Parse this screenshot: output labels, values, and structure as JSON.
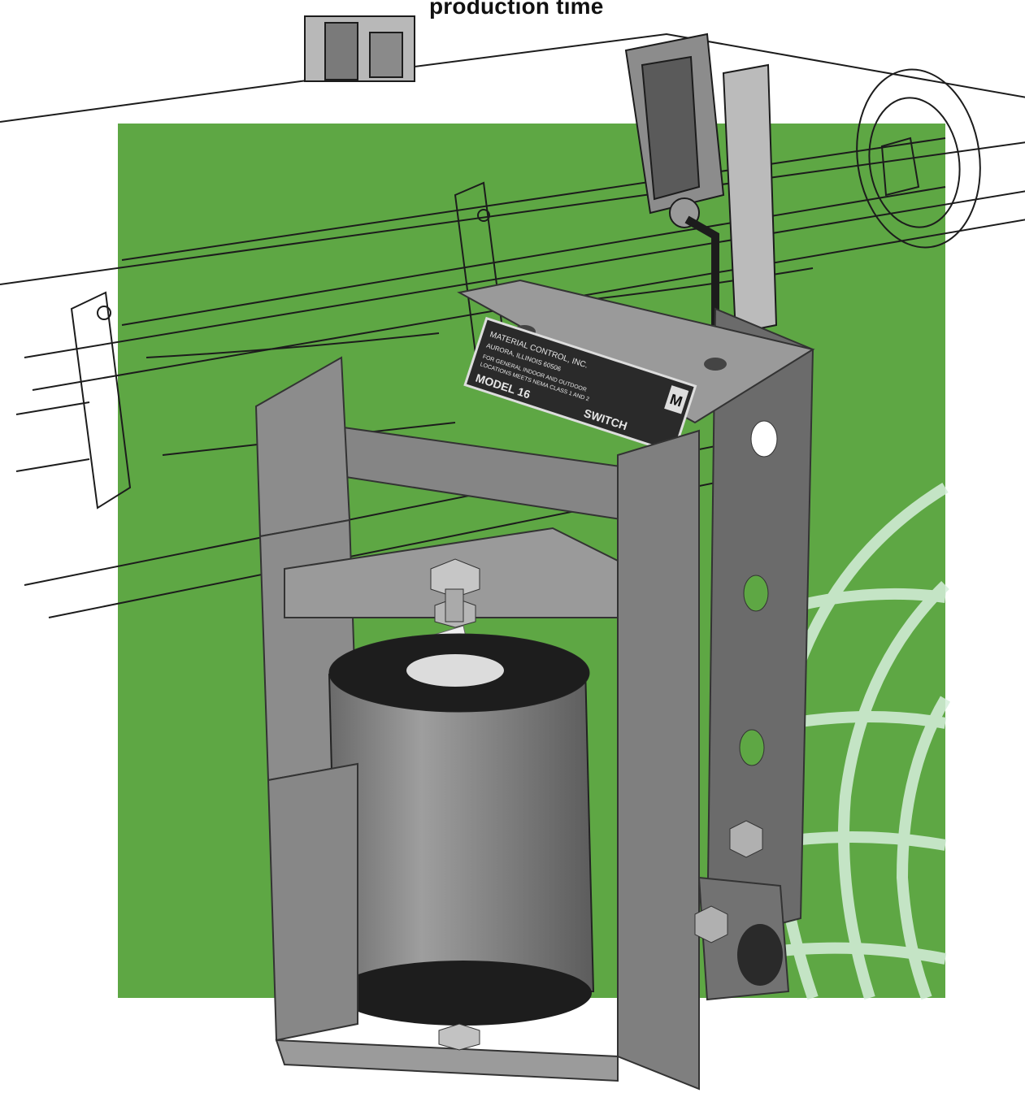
{
  "headline": "production time",
  "nameplate": {
    "model_line": "MODEL 16",
    "switch_label": "SWITCH",
    "location_line_1": "FOR GENERAL INDOOR AND OUTDOOR",
    "location_line_2": "LOCATIONS MEETS NEMA CLASS 1 AND 2",
    "company": "MATERIAL CONTROL, INC.",
    "address": "AURORA, ILLINOIS 60506",
    "logo_letter": "M"
  },
  "colors": {
    "green_panel": "#5ea744",
    "grid_glow": "#cfe9d6",
    "metal": "#8d8d8d",
    "metal_dark": "#5a5a5a",
    "line_art": "#1c1c1c"
  }
}
